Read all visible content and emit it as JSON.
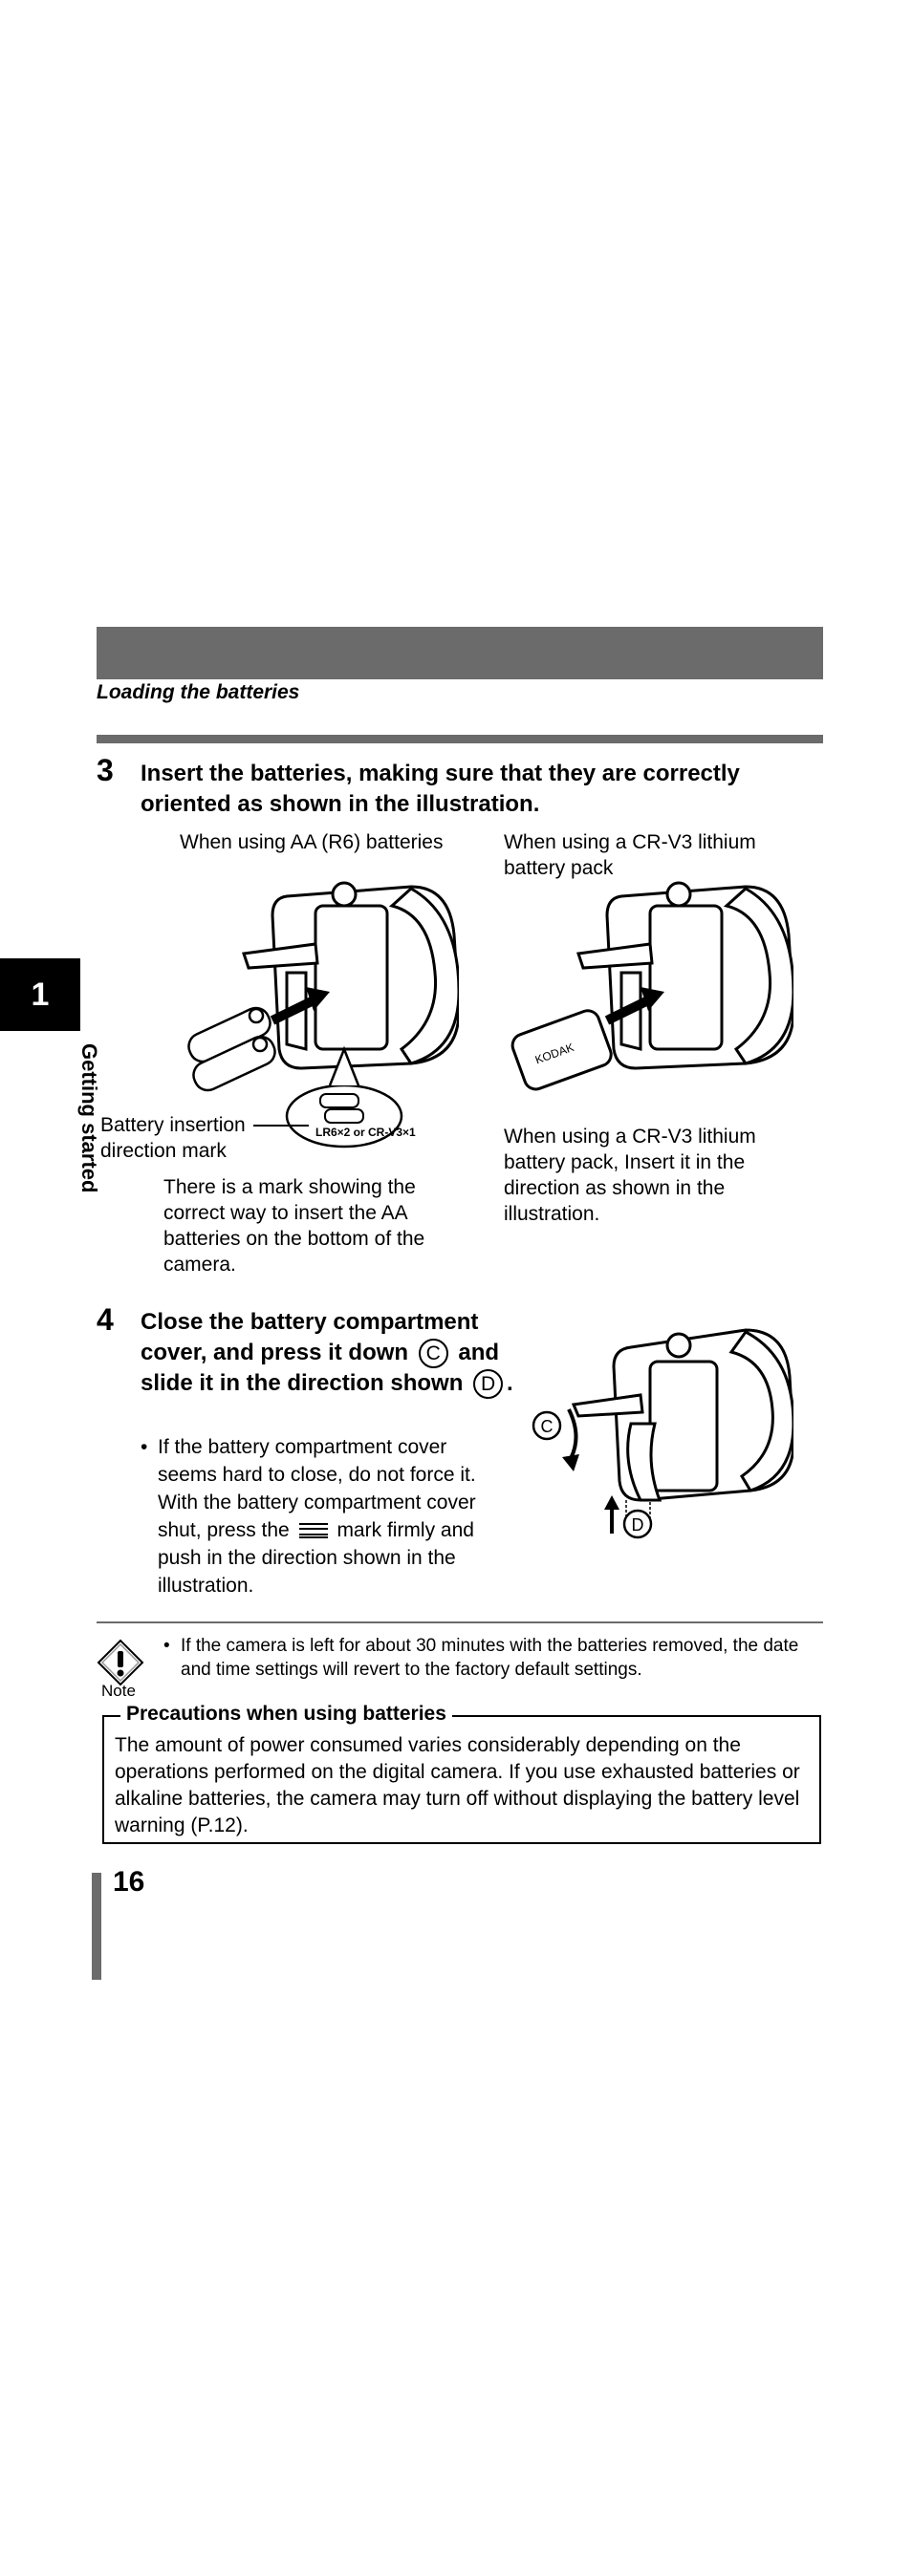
{
  "header": {
    "section_title": "Loading the batteries"
  },
  "side_tab": {
    "chapter_number": "1",
    "chapter_label": "Getting started"
  },
  "step3": {
    "number": "3",
    "heading": "Insert the batteries, making sure that they are correctly oriented as shown in the illustration.",
    "caption_aa": "When using AA (R6) batteries",
    "caption_crv3": "When using a CR-V3 lithium battery pack",
    "battery_mark_label": "Battery insertion direction mark",
    "bottom_mark_text": "LR6×2 or CR-V3×1",
    "crv3_pack_text": "KODAK",
    "note_aa": "There is a mark showing the correct way to insert the AA batteries on the bottom of the camera.",
    "note_crv3": "When using a CR-V3 lithium battery pack, Insert it in the direction as shown in the illustration."
  },
  "step4": {
    "number": "4",
    "heading_part1": "Close the battery compartment cover, and press it down",
    "circle_c": "C",
    "heading_part2": "and slide it in the direction shown",
    "circle_d": "D",
    "heading_end": ".",
    "bullet_part1": "If the battery compartment cover seems hard to close, do not force it. With the battery compartment cover shut, press the",
    "bullet_part2": "mark firmly and push in the direction shown in the illustration.",
    "illus_label_c": "C",
    "illus_label_d": "D"
  },
  "note": {
    "label": "Note",
    "text": "If the camera is left for about 30 minutes with the batteries removed, the date and time settings will revert to the factory default settings."
  },
  "precautions": {
    "title": "Precautions when using batteries",
    "text": "The amount of power consumed varies considerably depending on the operations performed on the digital camera. If you use exhausted batteries or alkaline batteries, the camera may turn off without displaying the battery level warning (P.12)."
  },
  "page": {
    "number": "16"
  }
}
